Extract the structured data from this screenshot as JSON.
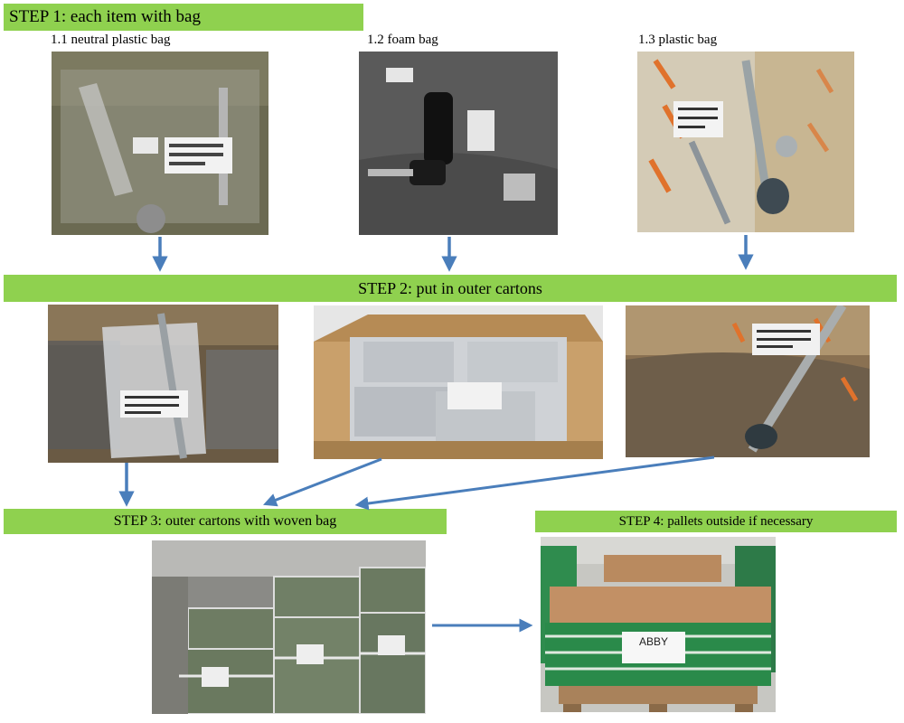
{
  "steps": {
    "step1": "STEP 1: each item with bag",
    "step2": "STEP 2: put in outer cartons",
    "step3": "STEP 3: outer cartons with woven bag",
    "step4": "STEP 4: pallets outside if necessary"
  },
  "sub": {
    "s11": "1.1 neutral plastic bag",
    "s12": "1.2 foam bag",
    "s13": "1.3 plastic bag"
  },
  "photos": {
    "pallet_label": "ABBY"
  },
  "colors": {
    "banner": "#8fd14f",
    "arrow": "#4a7ebb"
  }
}
